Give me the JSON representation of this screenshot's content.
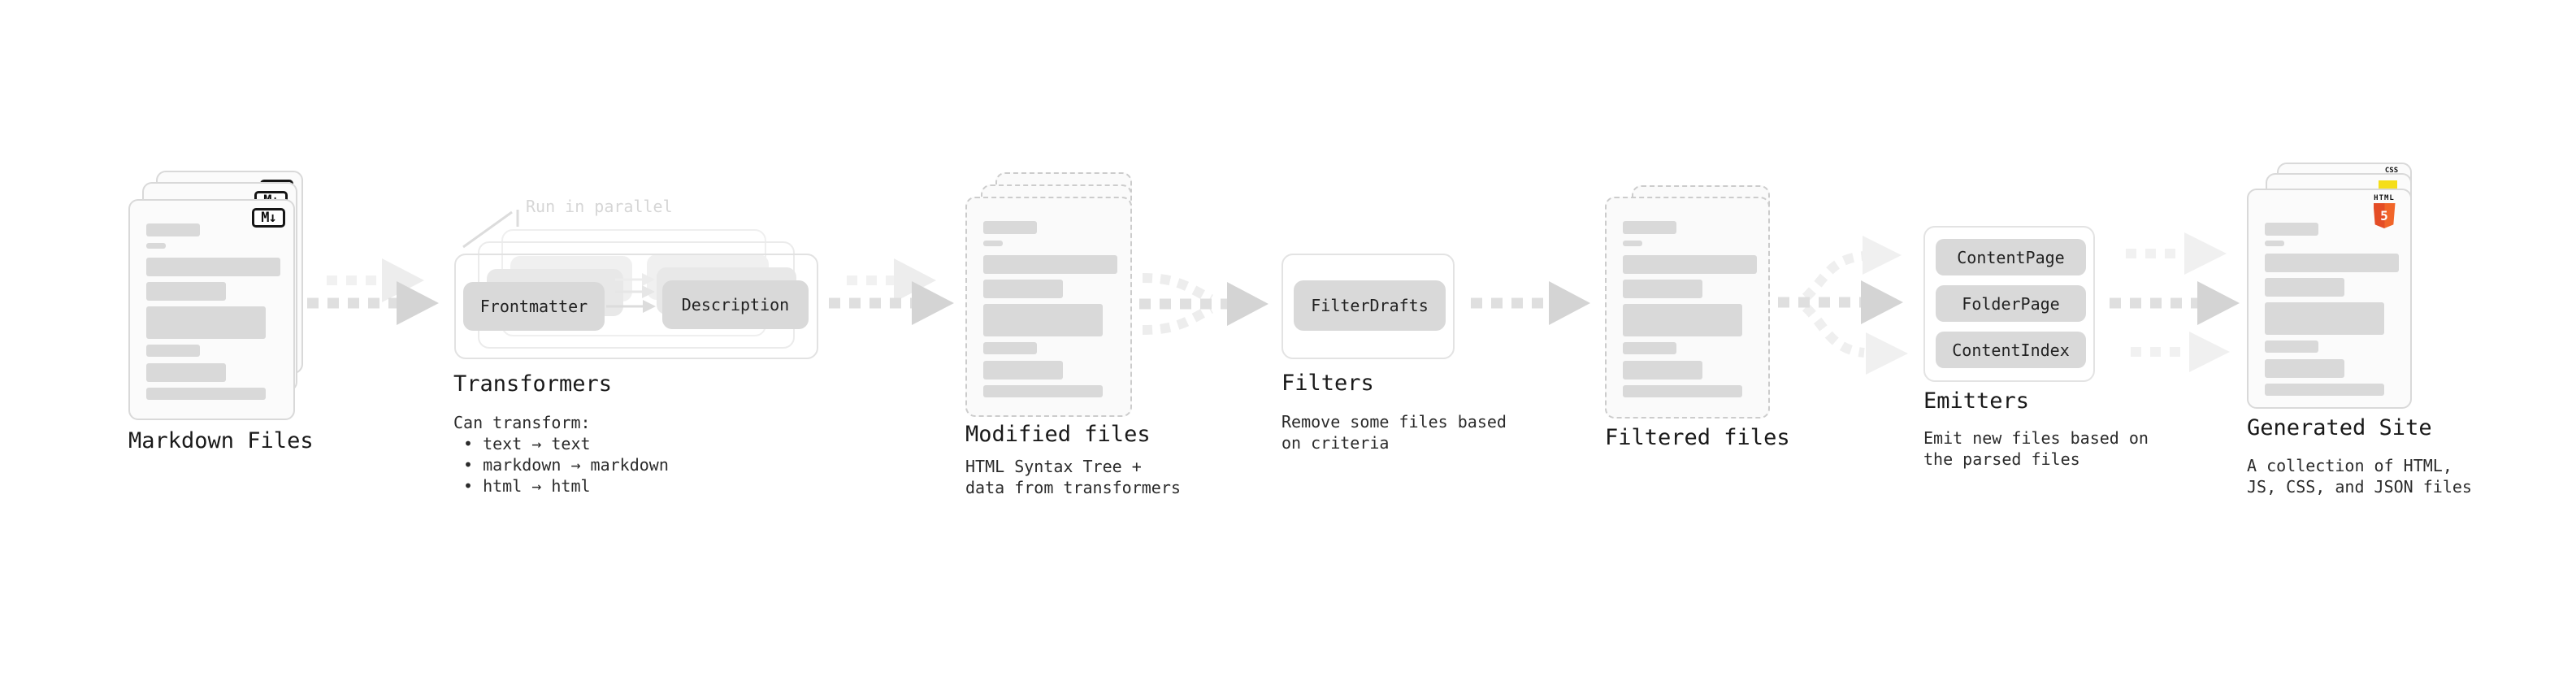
{
  "colors": {
    "html5_orange": "#e44d26",
    "html5_orange_light": "#f16529",
    "js_yellow": "#f5de19",
    "css_blue": "#2965f1",
    "arrow_gray": "#d5d5d5",
    "pill_gray": "#d9d9d9",
    "text_dark": "#191919",
    "muted_label_gray": "#d6d6d6"
  },
  "stages": {
    "markdown": {
      "title": "Markdown Files",
      "badge": "M↓"
    },
    "transformers": {
      "title": "Transformers",
      "parallel_label": "Run in parallel",
      "pill_left": "Frontmatter",
      "pill_right": "Description",
      "body_intro": "Can transform:",
      "bullets": [
        "• text → text",
        "• markdown → markdown",
        "• html → html"
      ]
    },
    "modified": {
      "title": "Modified files",
      "subtitle_line1": "HTML Syntax Tree +",
      "subtitle_line2": "data from transformers"
    },
    "filters": {
      "title": "Filters",
      "pill": "FilterDrafts",
      "subtitle_line1": "Remove some files based",
      "subtitle_line2": "on criteria"
    },
    "filtered": {
      "title": "Filtered files"
    },
    "emitters": {
      "title": "Emitters",
      "pills": [
        "ContentPage",
        "FolderPage",
        "ContentIndex"
      ],
      "subtitle_line1": "Emit new files based on",
      "subtitle_line2": "the parsed files"
    },
    "generated": {
      "title": "Generated Site",
      "subtitle_line1": "A collection of HTML,",
      "subtitle_line2": "JS, CSS, and JSON files",
      "badge_css": "CSS",
      "badge_html_label": "HTML",
      "badge_html_number": "5"
    }
  }
}
